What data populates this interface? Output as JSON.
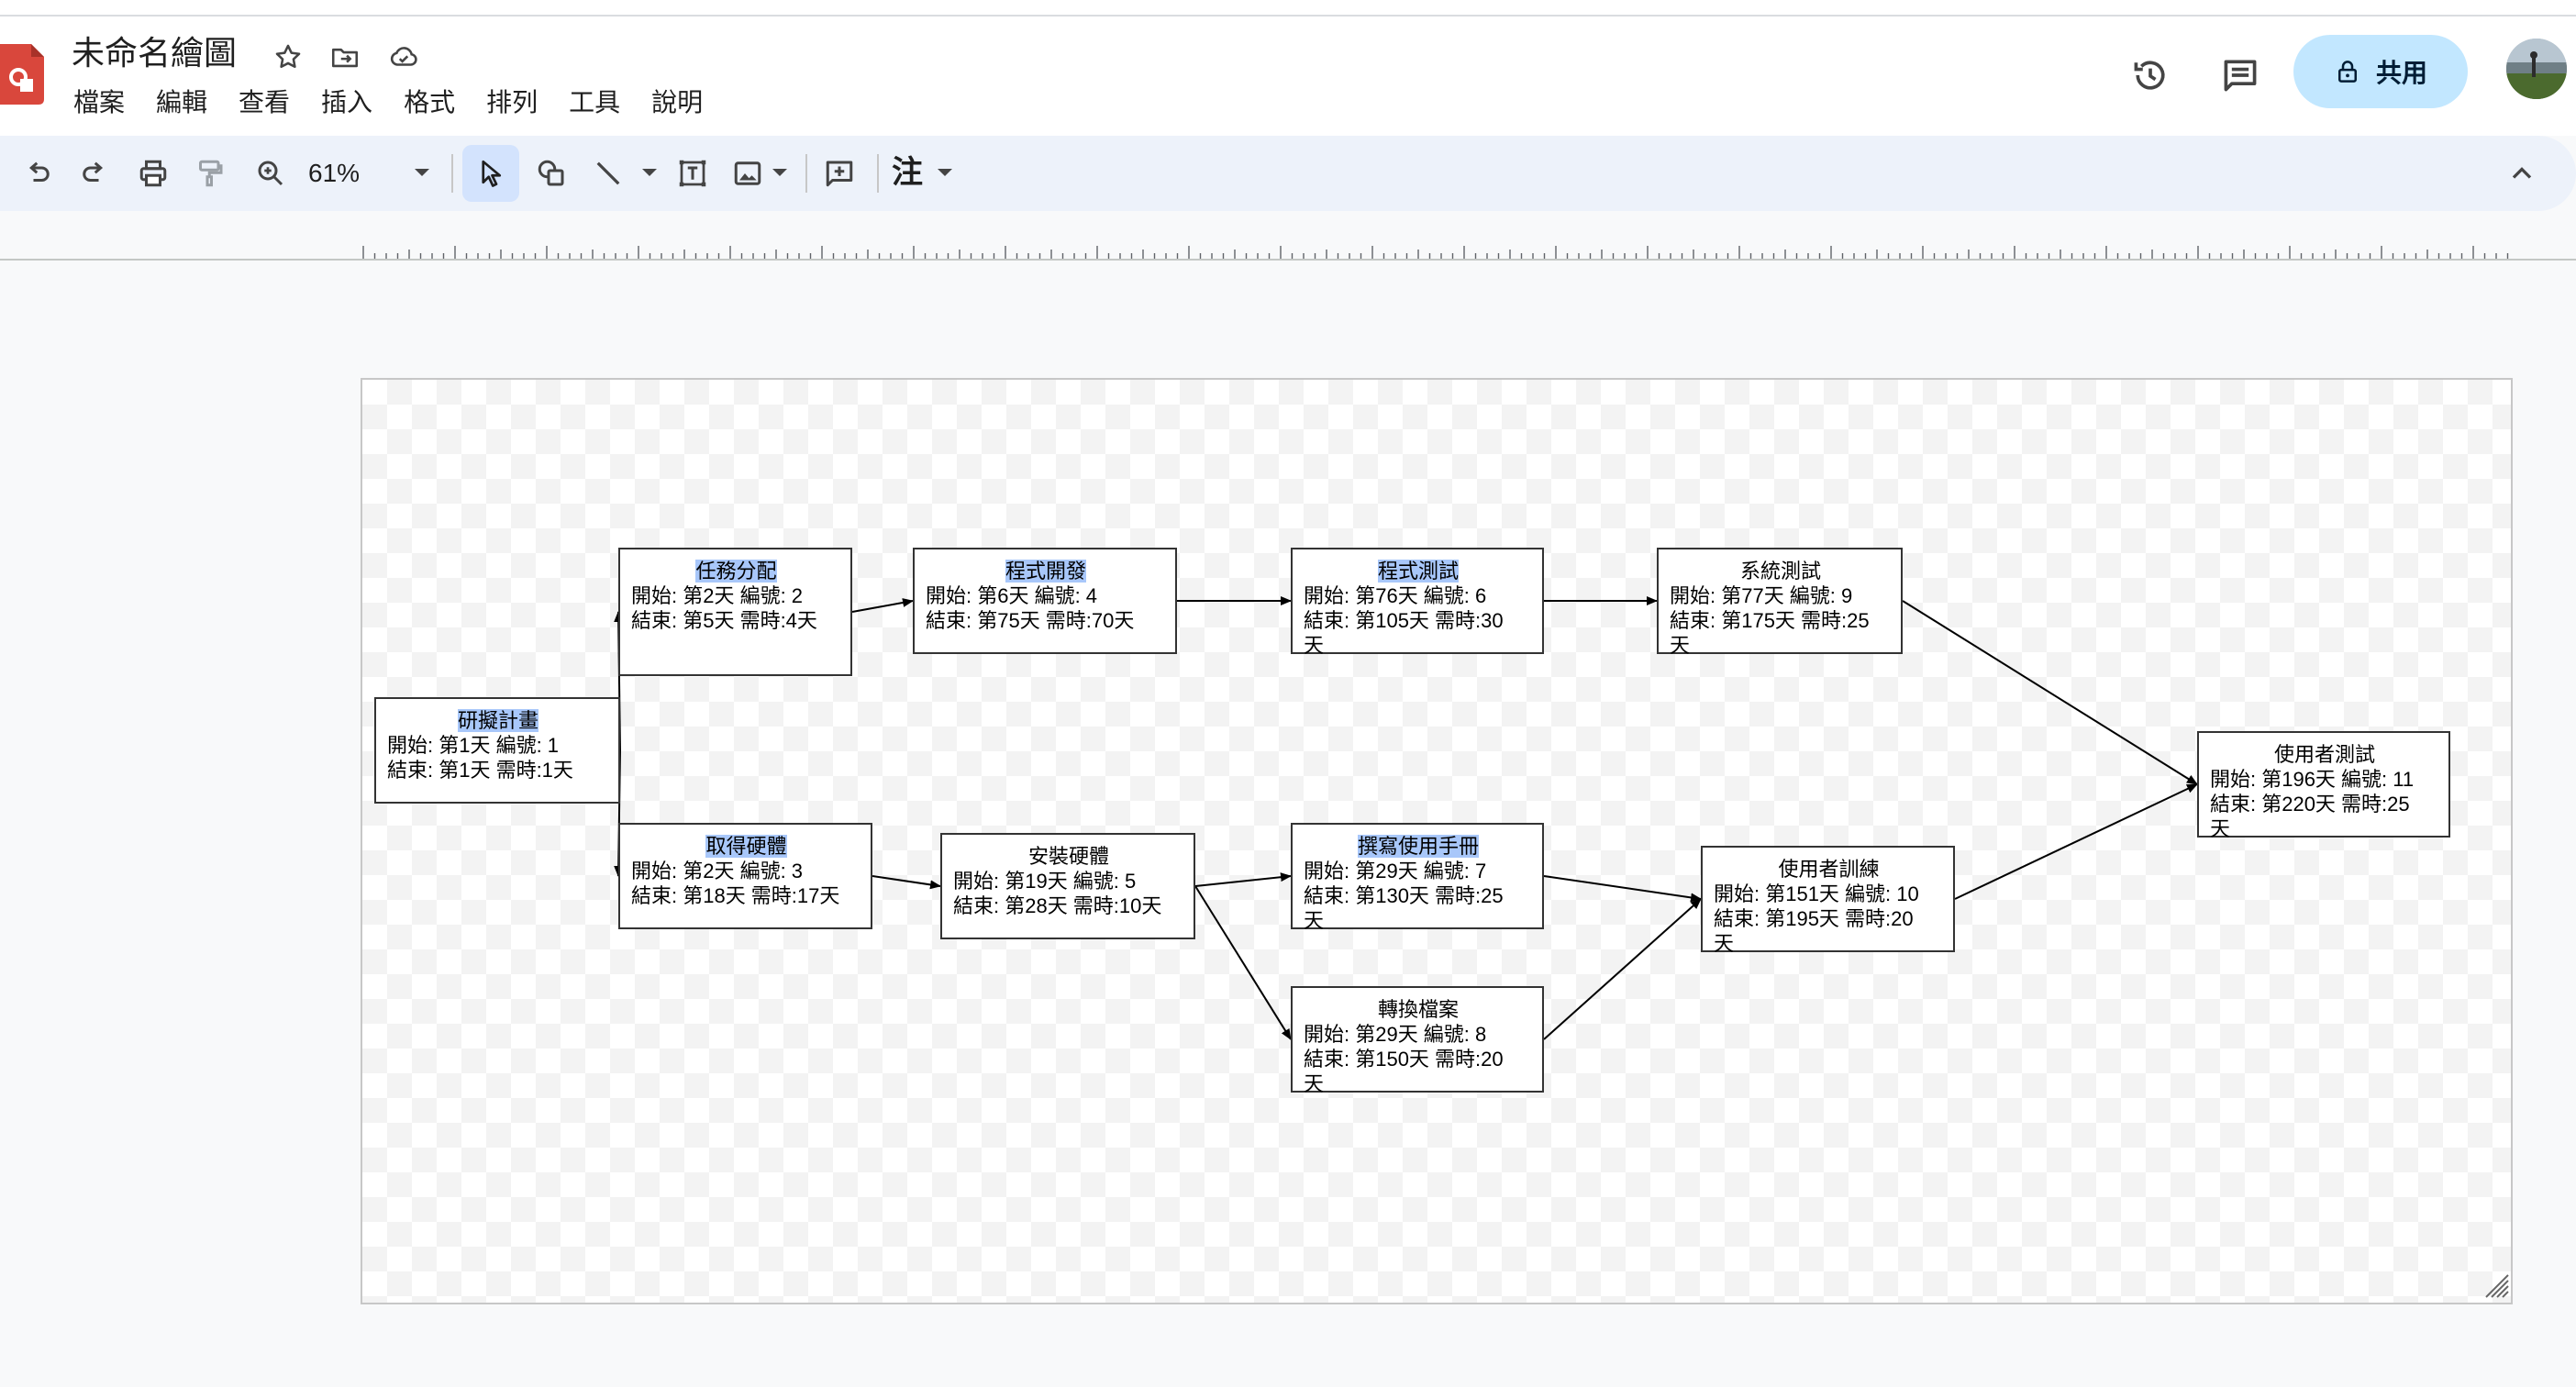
{
  "header": {
    "title": "未命名繪圖",
    "menus": [
      "檔案",
      "編輯",
      "查看",
      "插入",
      "格式",
      "排列",
      "工具",
      "說明"
    ],
    "share_label": "共用",
    "icons": [
      "star-icon",
      "move-folder-icon",
      "cloud-saved-icon",
      "history-icon",
      "comments-icon",
      "lock-icon"
    ]
  },
  "toolbar": {
    "zoom": "61%",
    "format_glyph": "注",
    "icons": [
      "undo-icon",
      "redo-icon",
      "print-icon",
      "paint-format-icon",
      "zoom-icon",
      "select-icon",
      "shape-icon",
      "line-icon",
      "text-box-icon",
      "image-icon",
      "add-comment-icon",
      "collapse-icon"
    ]
  },
  "diagram": {
    "nodes": [
      {
        "id": "n1",
        "name": "研擬計畫",
        "highlight": true,
        "line1": "開始: 第1天  編號: 1",
        "line2": "結束: 第1天  需時:1天",
        "line3": ""
      },
      {
        "id": "n2",
        "name": "任務分配",
        "highlight": true,
        "line1": "開始: 第2天  編號: 2",
        "line2": "結束: 第5天  需時:4天",
        "line3": ""
      },
      {
        "id": "n3",
        "name": "取得硬體",
        "highlight": true,
        "line1": "開始: 第2天  編號: 3",
        "line2": "結束: 第18天  需時:17天",
        "line3": ""
      },
      {
        "id": "n4",
        "name": "程式開發",
        "highlight": true,
        "line1": "開始: 第6天  編號: 4",
        "line2": "結束: 第75天  需時:70天",
        "line3": ""
      },
      {
        "id": "n5",
        "name": "安裝硬體",
        "highlight": false,
        "line1": "開始: 第19天  編號: 5",
        "line2": "結束: 第28天  需時:10天",
        "line3": ""
      },
      {
        "id": "n6",
        "name": "程式測試",
        "highlight": true,
        "line1": "開始: 第76天  編號: 6",
        "line2": "結束: 第105天  需時:30",
        "line3": "天"
      },
      {
        "id": "n7",
        "name": "撰寫使用手冊",
        "highlight": true,
        "line1": "開始: 第29天  編號: 7",
        "line2": "結束: 第130天  需時:25",
        "line3": "天"
      },
      {
        "id": "n8",
        "name": "轉換檔案",
        "highlight": false,
        "line1": "開始: 第29天  編號: 8",
        "line2": "結束: 第150天  需時:20",
        "line3": "天"
      },
      {
        "id": "n9",
        "name": "系統測試",
        "highlight": false,
        "line1": "開始: 第77天  編號: 9",
        "line2": "結束: 第175天  需時:25",
        "line3": "天"
      },
      {
        "id": "n10",
        "name": "使用者訓練",
        "highlight": false,
        "line1": "開始: 第151天  編號: 10",
        "line2": "結束: 第195天  需時:20",
        "line3": "天"
      },
      {
        "id": "n11",
        "name": "使用者測試",
        "highlight": false,
        "line1": "開始: 第196天  編號: 11",
        "line2": "結束: 第220天  需時:25",
        "line3": "天"
      }
    ],
    "edges": [
      [
        "n1",
        "n2"
      ],
      [
        "n1",
        "n3"
      ],
      [
        "n2",
        "n4"
      ],
      [
        "n4",
        "n6"
      ],
      [
        "n6",
        "n9"
      ],
      [
        "n3",
        "n5"
      ],
      [
        "n5",
        "n7"
      ],
      [
        "n5",
        "n8"
      ],
      [
        "n7",
        "n10"
      ],
      [
        "n8",
        "n10"
      ],
      [
        "n9",
        "n11"
      ],
      [
        "n10",
        "n11"
      ]
    ]
  }
}
